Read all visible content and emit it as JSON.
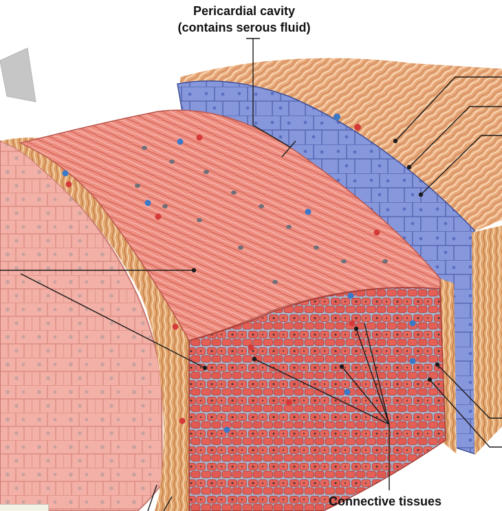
{
  "labels": {
    "top_line1": "Pericardial cavity",
    "top_line2": "(contains serous fluid)",
    "bottom": "Connective tissues"
  },
  "colors": {
    "muscle": "#e8786f",
    "muscle_dark": "#c94a45",
    "pericardial_cells": "#7d8fd4",
    "connective_tissue": "#e7b27a",
    "interstitial": "#a8b0c8",
    "skin_cells": "#f2a9a0",
    "leader_line": "#1a1a1a",
    "arrow": "#c4c4c4"
  }
}
